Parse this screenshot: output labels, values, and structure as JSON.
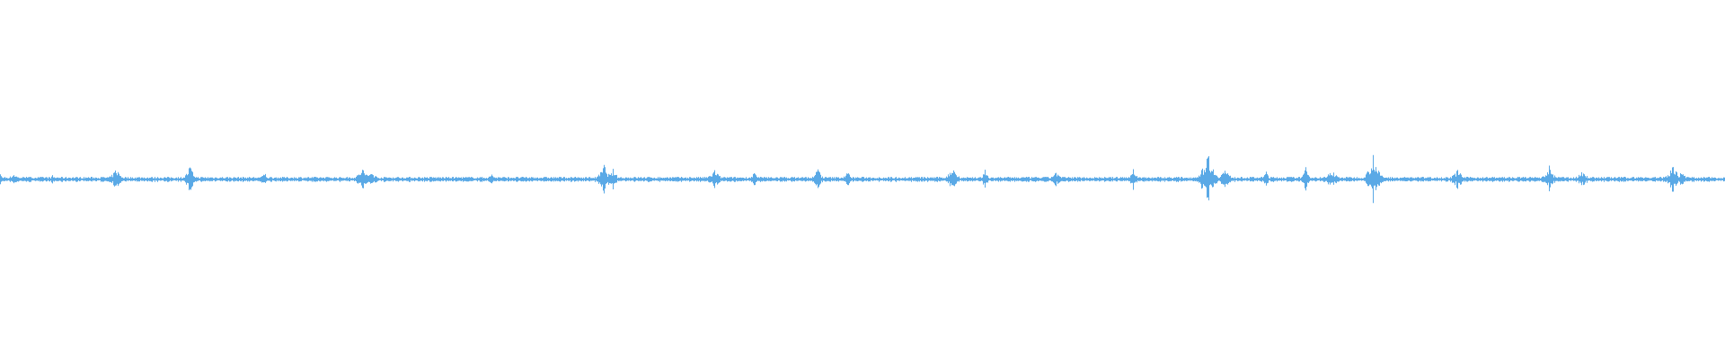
{
  "waveform": {
    "color": "#5aa9e6",
    "background": "#ffffff",
    "amplitude_range": [
      -1,
      1
    ],
    "baseline": 0,
    "spikes": [
      {
        "pos": 0.0,
        "amp": 0.05
      },
      {
        "pos": 0.008,
        "amp": 0.035
      },
      {
        "pos": 0.015,
        "amp": 0.03
      },
      {
        "pos": 0.03,
        "amp": 0.025
      },
      {
        "pos": 0.067,
        "amp": 0.07
      },
      {
        "pos": 0.11,
        "amp": 0.085
      },
      {
        "pos": 0.153,
        "amp": 0.045
      },
      {
        "pos": 0.21,
        "amp": 0.07
      },
      {
        "pos": 0.215,
        "amp": 0.05
      },
      {
        "pos": 0.285,
        "amp": 0.035
      },
      {
        "pos": 0.35,
        "amp": 0.09
      },
      {
        "pos": 0.355,
        "amp": 0.06
      },
      {
        "pos": 0.414,
        "amp": 0.06
      },
      {
        "pos": 0.437,
        "amp": 0.05
      },
      {
        "pos": 0.474,
        "amp": 0.075
      },
      {
        "pos": 0.491,
        "amp": 0.045
      },
      {
        "pos": 0.552,
        "amp": 0.08
      },
      {
        "pos": 0.571,
        "amp": 0.06
      },
      {
        "pos": 0.612,
        "amp": 0.05
      },
      {
        "pos": 0.657,
        "amp": 0.06
      },
      {
        "pos": 0.7,
        "amp": 0.17
      },
      {
        "pos": 0.71,
        "amp": 0.065
      },
      {
        "pos": 0.734,
        "amp": 0.06
      },
      {
        "pos": 0.757,
        "amp": 0.07
      },
      {
        "pos": 0.772,
        "amp": 0.06
      },
      {
        "pos": 0.796,
        "amp": 0.16
      },
      {
        "pos": 0.845,
        "amp": 0.07
      },
      {
        "pos": 0.898,
        "amp": 0.08
      },
      {
        "pos": 0.917,
        "amp": 0.05
      },
      {
        "pos": 0.97,
        "amp": 0.09
      },
      {
        "pos": 0.975,
        "amp": 0.06
      }
    ],
    "noise_amp": 0.015,
    "seed": 7
  }
}
